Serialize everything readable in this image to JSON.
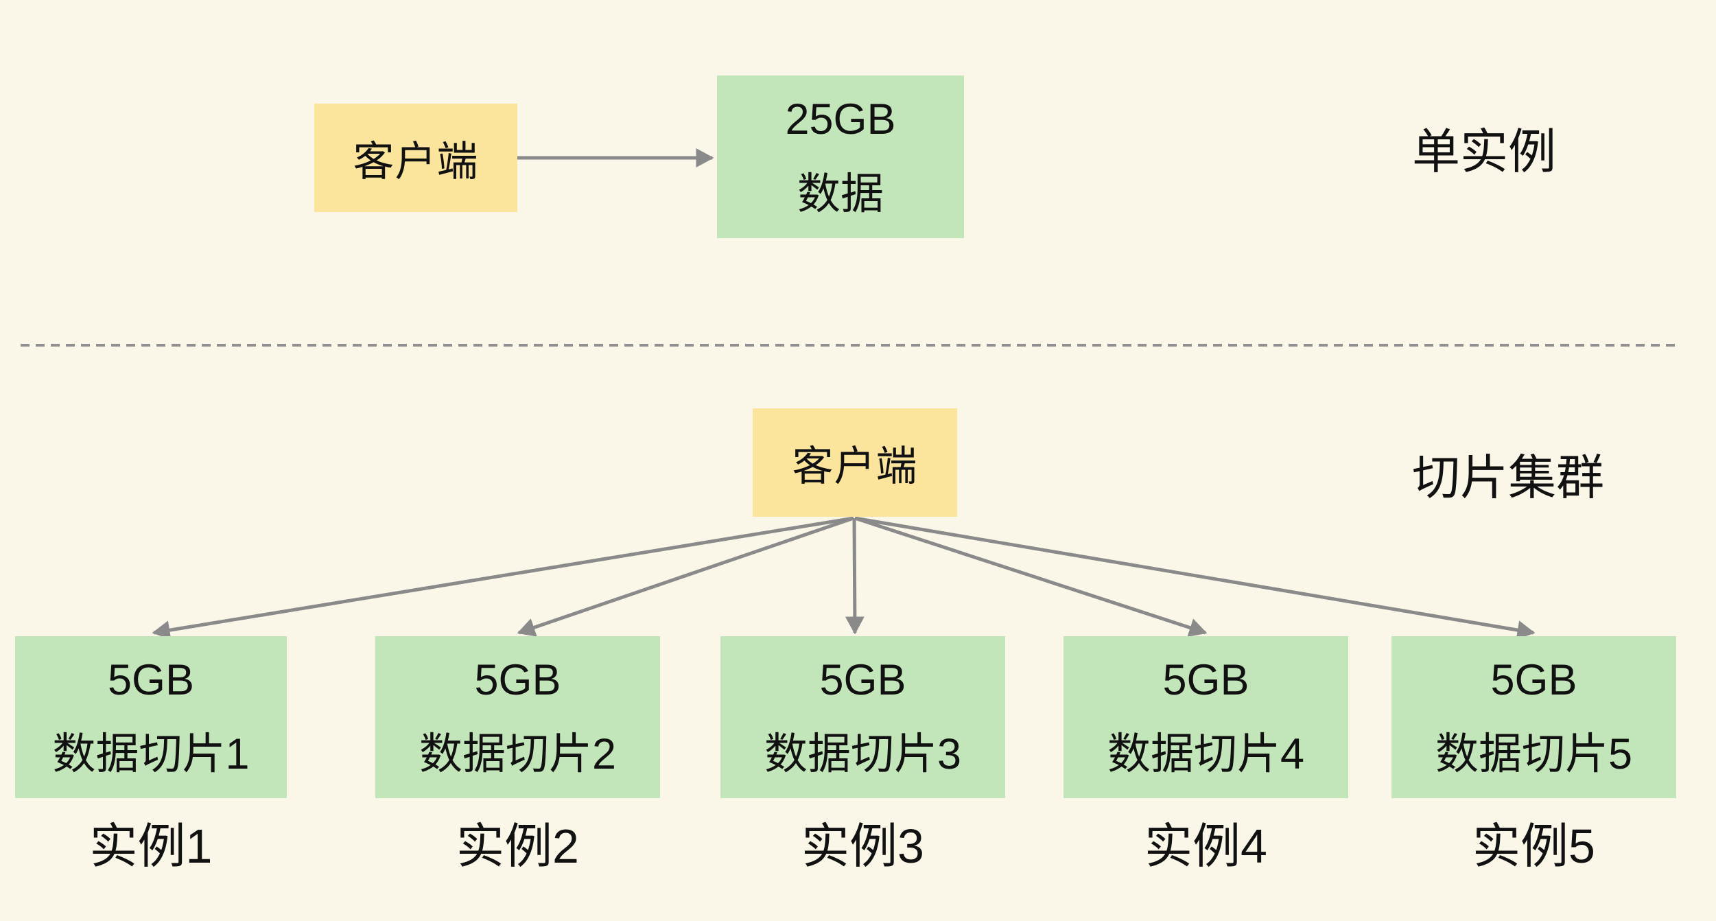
{
  "colors": {
    "background": "#FAF7E9",
    "client_box_fill": "#FBE49B",
    "data_box_fill": "#C2E6BA",
    "arrow": "#8A8A8A",
    "divider": "#909090",
    "text": "#111111"
  },
  "single": {
    "section_label": "单实例",
    "client_label": "客户端",
    "data_box": {
      "line1": "25GB",
      "line2": "数据"
    }
  },
  "cluster": {
    "section_label": "切片集群",
    "client_label": "客户端",
    "shards": [
      {
        "size": "5GB",
        "label": "数据切片1",
        "instance": "实例1"
      },
      {
        "size": "5GB",
        "label": "数据切片2",
        "instance": "实例2"
      },
      {
        "size": "5GB",
        "label": "数据切片3",
        "instance": "实例3"
      },
      {
        "size": "5GB",
        "label": "数据切片4",
        "instance": "实例4"
      },
      {
        "size": "5GB",
        "label": "数据切片5",
        "instance": "实例5"
      }
    ]
  }
}
